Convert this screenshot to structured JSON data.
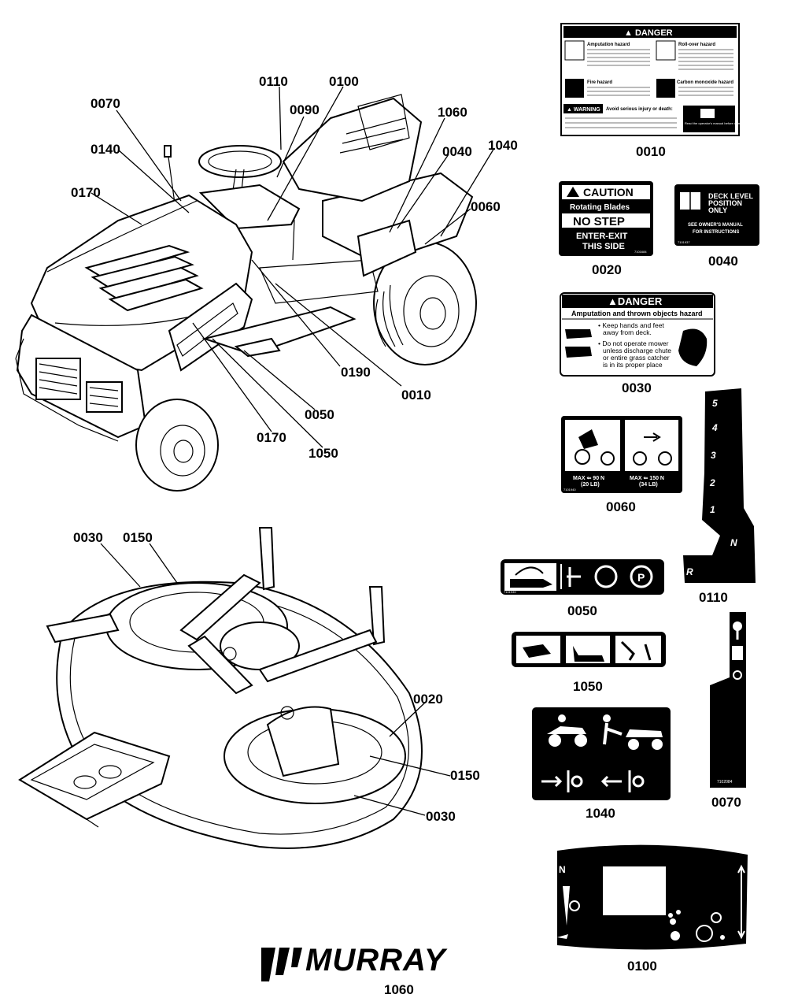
{
  "callouts": {
    "c0110": "0110",
    "c0100": "0100",
    "c0070": "0070",
    "c0090": "0090",
    "c1060": "1060",
    "c0140": "0140",
    "c0040": "0040",
    "c1040": "1040",
    "c0170a": "0170",
    "c0060": "0060",
    "c0190": "0190",
    "c0010": "0010",
    "c0050": "0050",
    "c0170b": "0170",
    "c1050": "1050",
    "d0030a": "0030",
    "d0150a": "0150",
    "d0020": "0020",
    "d0150b": "0150",
    "d0030b": "0030"
  },
  "decal_numbers": {
    "n0010": "0010",
    "n0020": "0020",
    "n0040": "0040",
    "n0030": "0030",
    "n0060": "0060",
    "n0110": "0110",
    "n0050": "0050",
    "n1050": "1050",
    "n1040": "1040",
    "n0070": "0070",
    "n0100": "0100",
    "n1060": "1060"
  },
  "decal_0010": {
    "header": "▲ DANGER",
    "amputation": "Amputation hazard",
    "rollover": "Roll-over hazard",
    "fire": "Fire hazard",
    "carbon": "Carbon monoxide hazard",
    "warning": "▲ WARNING",
    "warning_text": "Avoid serious injury or death:",
    "manual": "Read the operator's manual before using this product."
  },
  "decal_0020": {
    "caution": "CAUTION",
    "rotating": "Rotating Blades",
    "nostep": "NO STEP",
    "enter": "ENTER-EXIT",
    "side": "THIS SIDE",
    "code": "7101684"
  },
  "decal_0040": {
    "line1": "DECK LEVEL",
    "line2": "POSITION",
    "line3": "ONLY",
    "line4": "SEE OWNER'S MANUAL",
    "line5": "FOR INSTRUCTIONS",
    "code": "7101937"
  },
  "decal_0030": {
    "header": "▲DANGER",
    "subheader": "Amputation and thrown objects hazard",
    "b1a": "• Keep hands and feet",
    "b1b": "away from deck.",
    "b2a": "• Do not operate mower",
    "b2b": "unless discharge chute",
    "b2c": "or entire grass catcher",
    "b2d": "is in its proper place"
  },
  "decal_0060": {
    "max1": "MAX ⇐ 90 N",
    "max1b": "(20 LB)",
    "max2": "MAX ⇐ 150 N",
    "max2b": "(34 LB)",
    "code": "7101940"
  },
  "decal_0110": {
    "g5": "5",
    "g4": "4",
    "g3": "3",
    "g2": "2",
    "g1": "1",
    "gN": "N",
    "gR": "R"
  },
  "decal_0050": {
    "code": "7101939"
  },
  "decal_0070": {
    "code": "7102084"
  },
  "brand": {
    "logo_text": "MURRAY"
  },
  "colors": {
    "ink": "#000000",
    "paper": "#ffffff"
  }
}
